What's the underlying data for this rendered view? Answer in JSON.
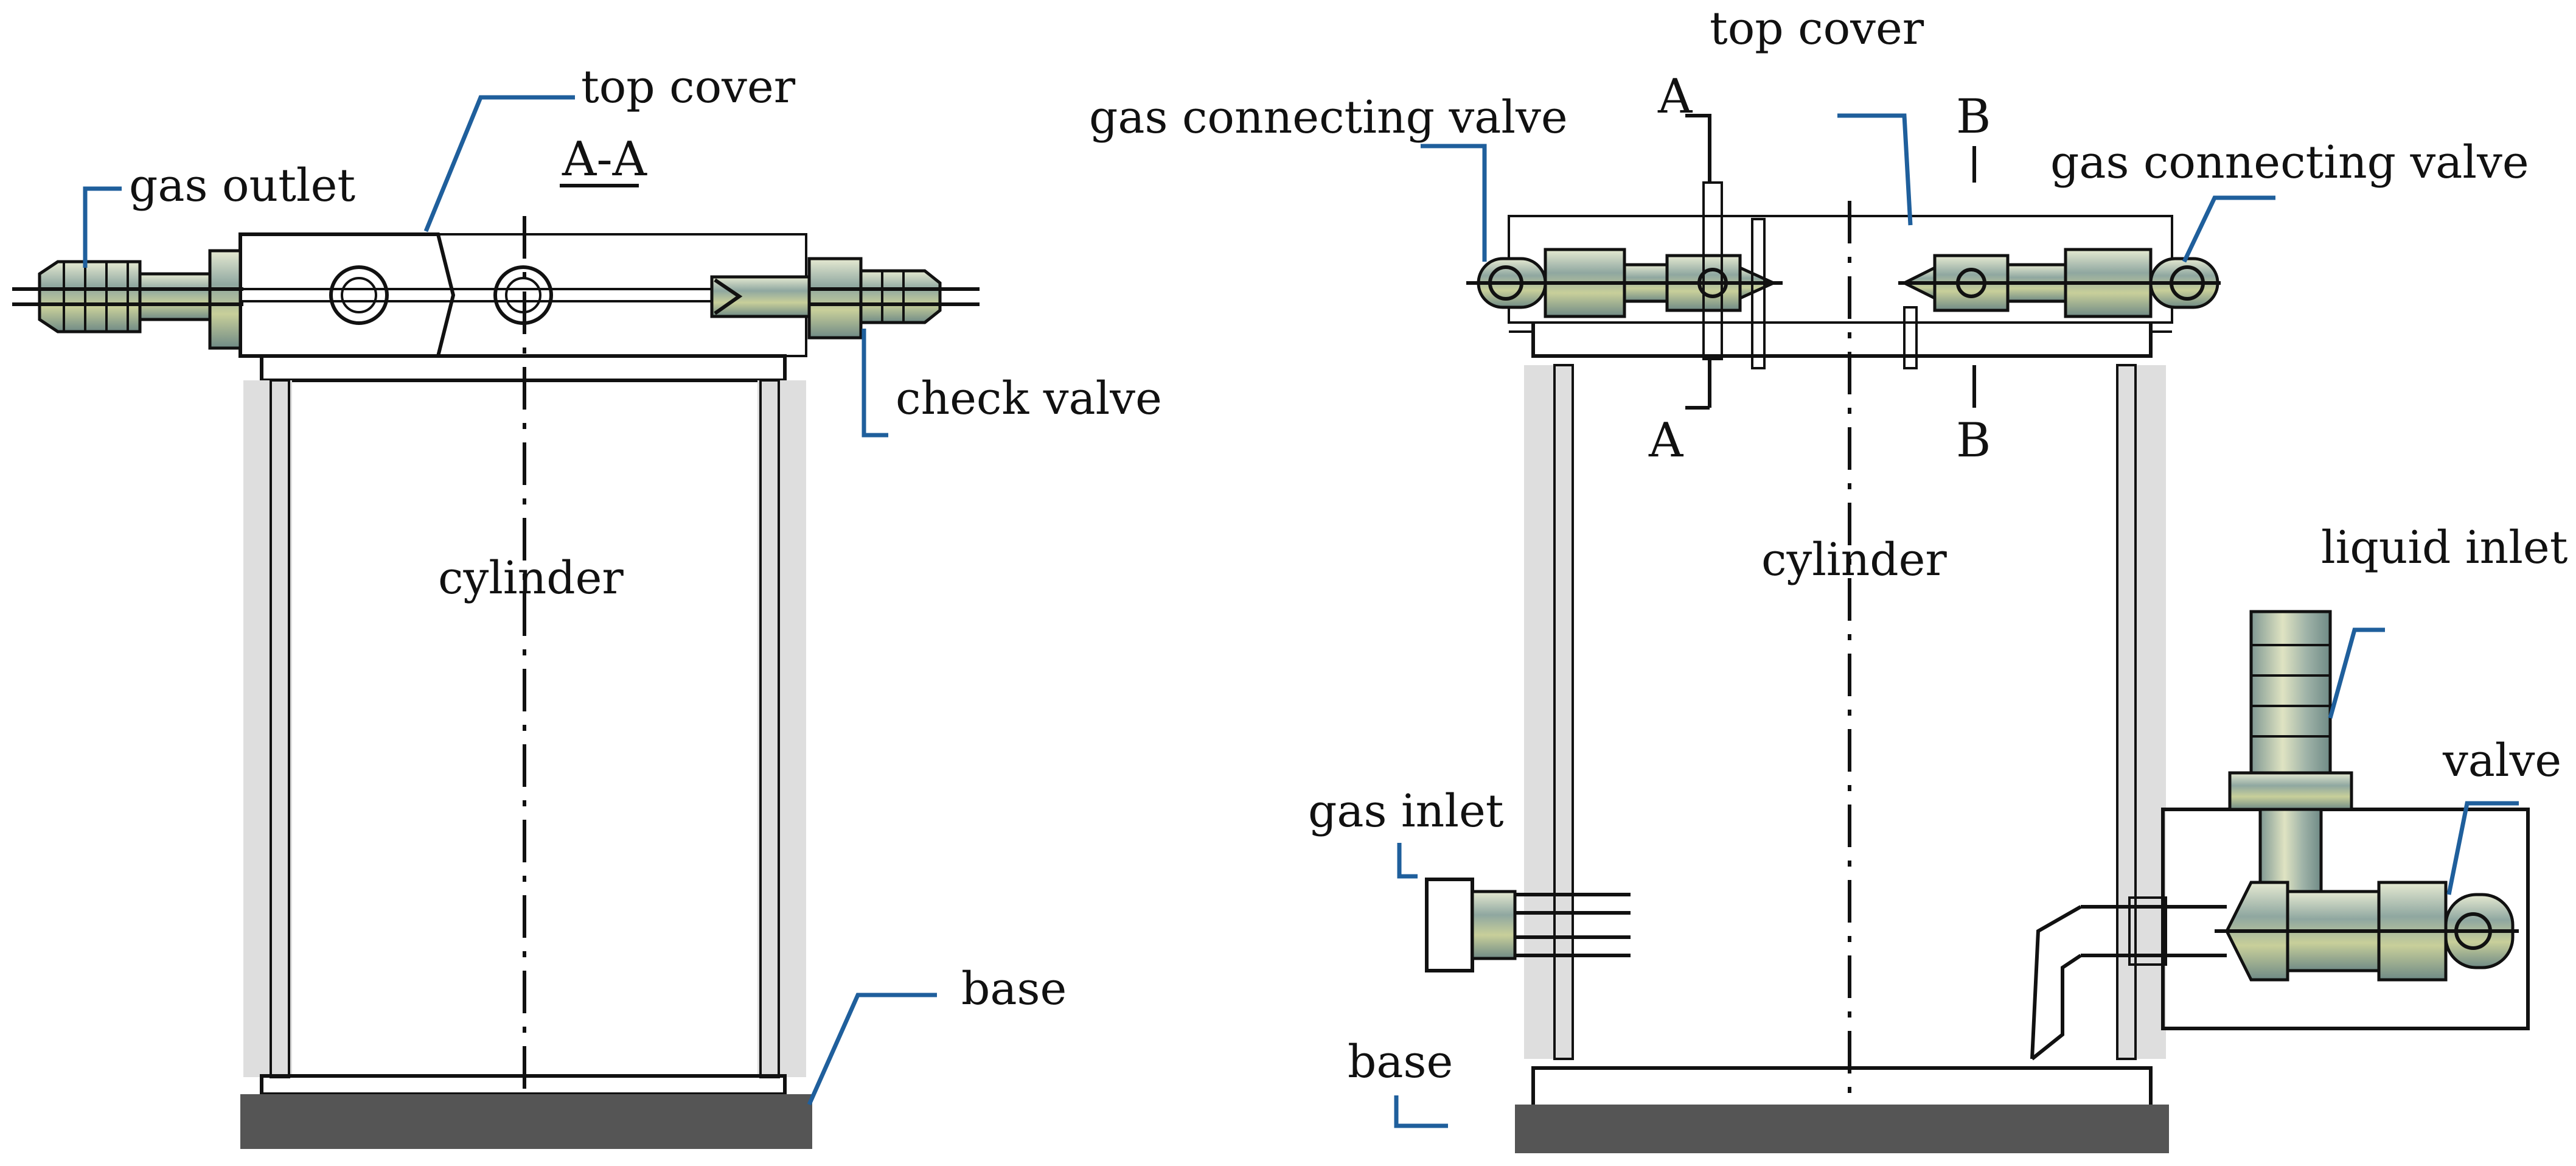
{
  "left_view": {
    "section_label": "A-A",
    "labels": {
      "top_cover": "top cover",
      "gas_outlet": "gas outlet",
      "check_valve": "check valve",
      "cylinder": "cylinder",
      "base": "base"
    }
  },
  "right_view": {
    "labels": {
      "top_cover": "top cover",
      "gas_connecting_valve_left": "gas connecting valve",
      "gas_connecting_valve_right": "gas connecting valve",
      "cylinder": "cylinder",
      "liquid_inlet": "liquid inlet",
      "valve": "valve",
      "gas_inlet": "gas inlet",
      "base": "base"
    },
    "section_marks": {
      "a_top": "A",
      "a_bottom": "A",
      "b_top": "B",
      "b_bottom": "B"
    }
  },
  "colors": {
    "leader_line": "#1f5f9c",
    "outline": "#111111",
    "wall": "#dedede",
    "base": "#555555"
  }
}
